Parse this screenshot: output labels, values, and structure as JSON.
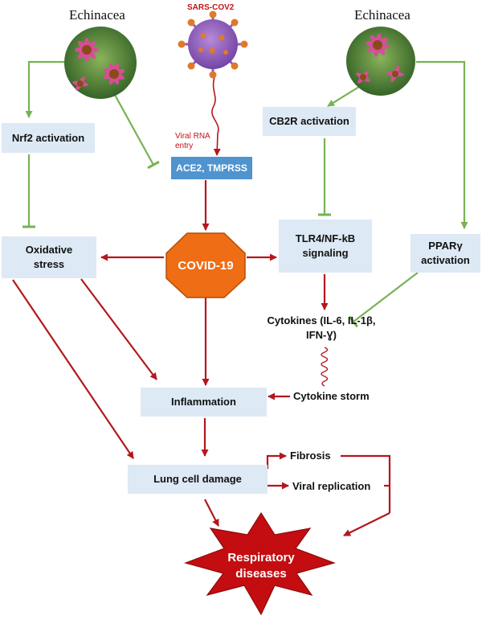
{
  "echinacea_left": "Echinacea",
  "echinacea_right": "Echinacea",
  "virus_label": "SARS-COV2",
  "viral_entry_label": "Viral RNA entry",
  "nodes": {
    "nrf2": "Nrf2 activation",
    "ace2": "ACE2, TMPRSS",
    "cb2r": "CB2R activation",
    "oxidative": "Oxidative stress",
    "covid": "COVID-19",
    "tlr4": "TLR4/NF-kB signaling",
    "ppar": "PPARγ activation",
    "cytokines": "Cytokines (IL-6, IL-1β, IFN-Ɣ)",
    "storm": "Cytokine storm",
    "inflammation": "Inflammation",
    "lung": "Lung cell damage",
    "fibrosis": "Fibrosis",
    "viral_replication": "Viral replication",
    "respiratory": "Respiratory diseases"
  },
  "colors": {
    "box_fill": "#dde9f4",
    "ace2_fill": "#4f93cf",
    "arrow_red": "#b3171d",
    "inhibit_green": "#77b254",
    "covid_fill": "#ef6d14",
    "burst_fill": "#c40d10"
  }
}
